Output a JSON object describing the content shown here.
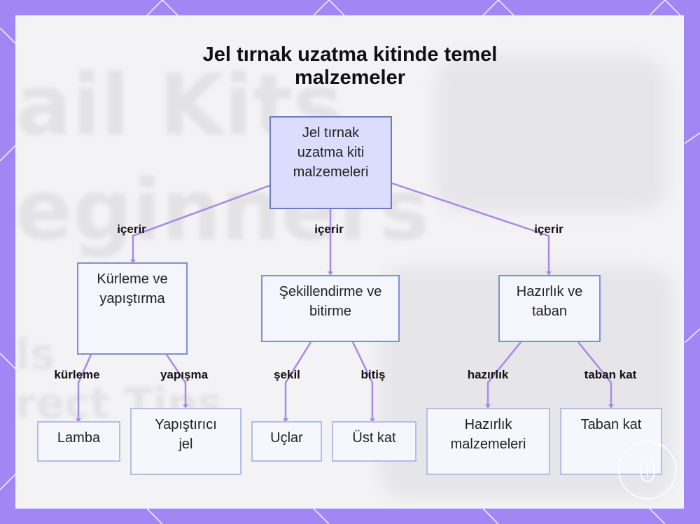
{
  "title": "Jel tırnak uzatma kitinde temel malzemeler",
  "background_text": {
    "line1": "ail Kits",
    "line2": "eginners",
    "line3": "ls",
    "line4": "rect Tips"
  },
  "nodes": {
    "root": "Jel tırnak uzatma kiti malzemeleri",
    "curing": "Kürleme ve yapıştırma",
    "shaping": "Şekillendirme ve bitirme",
    "prep": "Hazırlık ve taban",
    "lamp": "Lamba",
    "glue": "Yapıştırıcı jel",
    "tips": "Uçlar",
    "topcoat": "Üst kat",
    "prepmat": "Hazırlık malzemeleri",
    "basecoat": "Taban kat"
  },
  "edge_labels": {
    "root_curing": "içerir",
    "root_shaping": "içerir",
    "root_prep": "içerir",
    "curing_lamp": "kürleme",
    "curing_glue": "yapışma",
    "shaping_tips": "şekil",
    "shaping_topcoat": "bitiş",
    "prep_prepmat": "hazırlık",
    "prep_basecoat": "taban kat"
  },
  "colors": {
    "frame": "#a287f4",
    "edge": "#a68ae6",
    "node_border": "#7e8fd1",
    "root_fill": "#dcdcfc"
  },
  "icons": {
    "logo": "watermark-logo-icon"
  }
}
